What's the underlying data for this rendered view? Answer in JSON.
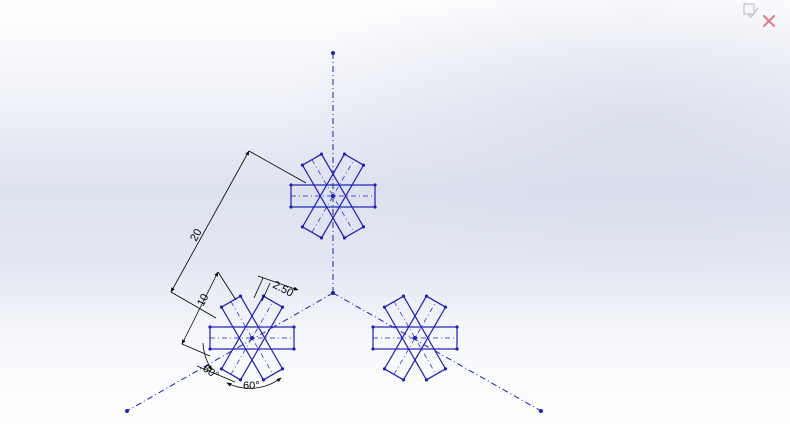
{
  "colors": {
    "sketch": "#1f1fb4",
    "dimension": "#000000",
    "confirm_icon": "#c8c8d4",
    "cancel_icon": "#e07a8a"
  },
  "icons": {
    "confirm": "confirm-corner-icon",
    "cancel": "cancel-corner-icon"
  },
  "dimensions": {
    "distance": "20",
    "width": "2.50",
    "length": "10",
    "angle_left": "60°",
    "angle_right": "60°"
  }
}
